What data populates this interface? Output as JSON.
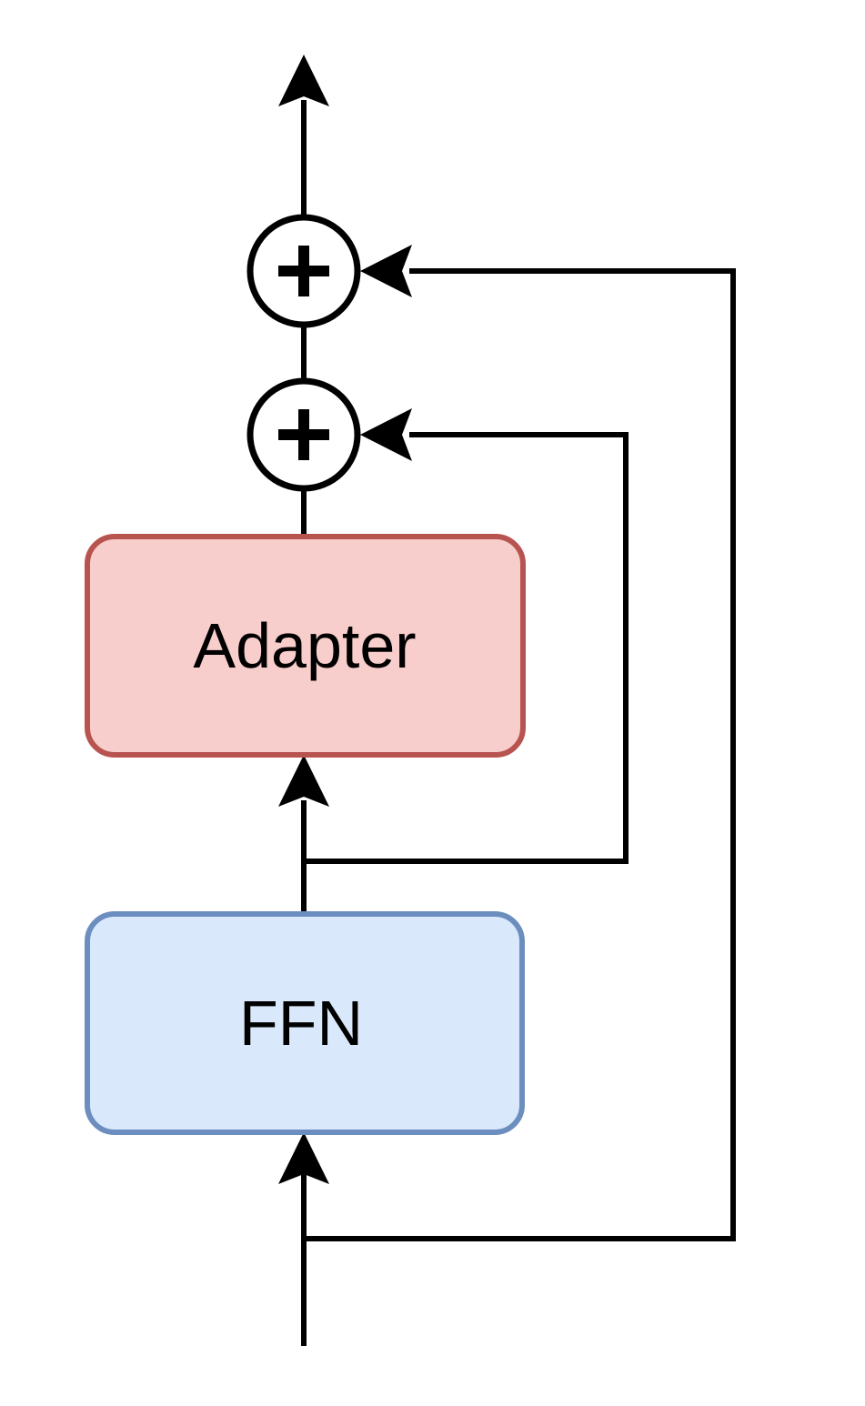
{
  "diagram": {
    "description": "Adapter module block diagram: input feeds FFN, FFN output feeds Adapter, with two residual skip connections merged at plus (addition) circles",
    "background": "#ffffff",
    "line_color": "#000000",
    "nodes": {
      "adapter": {
        "label": "Adapter",
        "shape": "rounded-rect",
        "fill": "#f8cecc",
        "stroke": "#b85450",
        "text_color": "#000000"
      },
      "ffn": {
        "label": "FFN",
        "shape": "rounded-rect",
        "fill": "#dae8fc",
        "stroke": "#6c8ebf",
        "text_color": "#000000"
      },
      "sum_top": {
        "symbol": "+",
        "shape": "circle",
        "fill": "#ffffff",
        "stroke": "#000000"
      },
      "sum_middle": {
        "symbol": "+",
        "shape": "circle",
        "fill": "#ffffff",
        "stroke": "#000000"
      }
    },
    "edges": [
      {
        "from": "input",
        "to": "ffn",
        "arrow": true,
        "type": "straight"
      },
      {
        "from": "input",
        "to": "sum_top",
        "arrow": true,
        "type": "residual-skip"
      },
      {
        "from": "ffn",
        "to": "adapter",
        "arrow": true,
        "type": "straight"
      },
      {
        "from": "ffn-output",
        "to": "sum_middle",
        "arrow": true,
        "type": "residual-skip"
      },
      {
        "from": "adapter",
        "to": "sum_middle",
        "arrow": false,
        "type": "straight"
      },
      {
        "from": "sum_middle",
        "to": "sum_top",
        "arrow": false,
        "type": "straight"
      },
      {
        "from": "sum_top",
        "to": "output",
        "arrow": true,
        "type": "straight"
      }
    ]
  }
}
